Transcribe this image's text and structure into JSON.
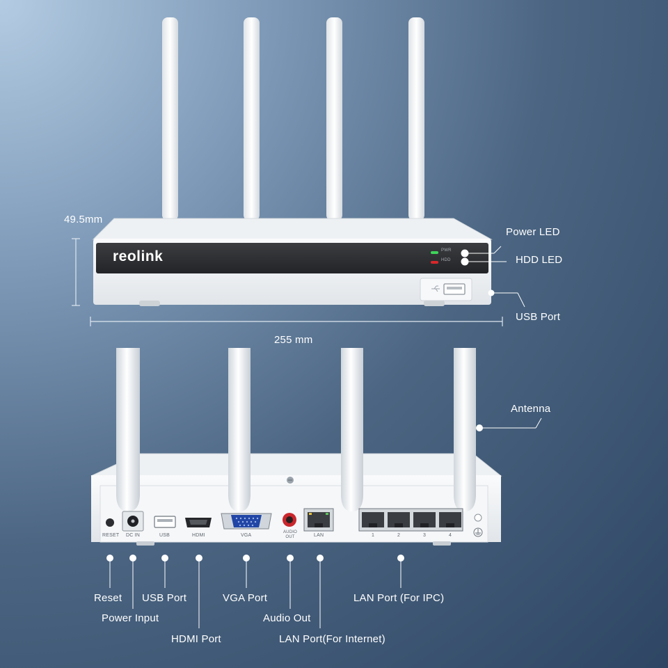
{
  "brand": "reolink",
  "front_panel": {
    "led_pwr": "PWR",
    "led_hdd": "HDD"
  },
  "dimensions": {
    "height": "49.5mm",
    "width": "255 mm"
  },
  "front_callouts": {
    "power_led": "Power LED",
    "hdd_led": "HDD LED",
    "usb_port": "USB Port"
  },
  "antenna_label": "Antenna",
  "rear_panel_labels": {
    "reset": "RESET",
    "dc_in": "DC IN",
    "usb": "USB",
    "hdmi": "HDMI",
    "vga": "VGA",
    "audio_out": "AUDIO OUT",
    "lan": "LAN",
    "port_numbers": [
      "1",
      "2",
      "3",
      "4"
    ]
  },
  "rear_callouts": {
    "reset": "Reset",
    "usb_port": "USB Port",
    "power_input": "Power Input",
    "hdmi_port": "HDMI Port",
    "vga_port": "VGA Port",
    "audio_out": "Audio Out",
    "lan_internet": "LAN Port(For Internet)",
    "lan_ipc": "LAN Port (For IPC)"
  },
  "colors": {
    "led_green": "#3fd35a",
    "led_red": "#d8272b",
    "device_body": "#f2f4f6",
    "front_panel": "#2f3134"
  }
}
